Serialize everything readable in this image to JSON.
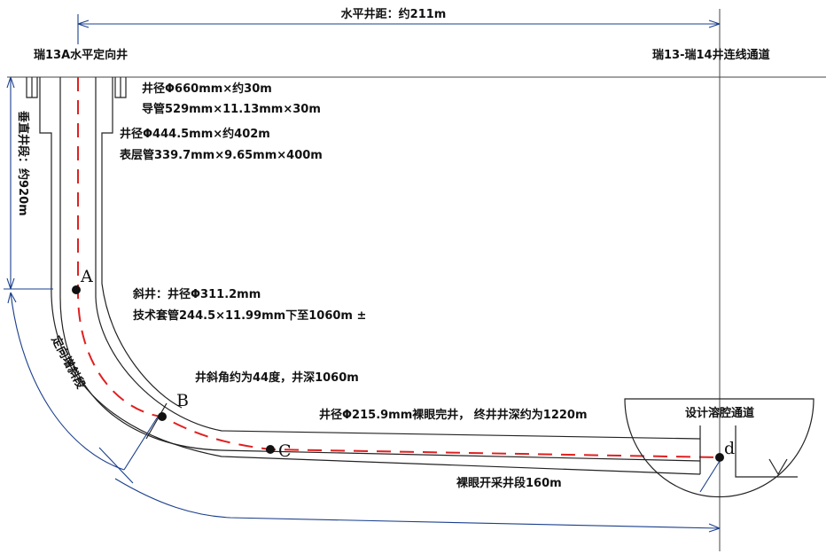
{
  "labels": {
    "horizontal_distance": "水平井距：约211m",
    "left_well": "瑞13A水平定向井",
    "right_channel": "瑞13-瑞14井连线通道",
    "spec_1": "井径Φ660mm×约30m",
    "spec_2": "导管529mm×11.13mm×30m",
    "spec_3": "井径Φ444.5mm×约402m",
    "spec_4": "表层管339.7mm×9.65mm×400m",
    "vertical_section": "垂直井段：约920m",
    "inclined_1": "斜井：井径Φ311.2mm",
    "inclined_2": "技术套管244.5×11.99mm下至1060m ±",
    "build_section": "定向增斜段",
    "angle_depth": "井斜角约为44度，井深1060m",
    "open_hole": "井径Φ215.9mm裸眼完井，  终井井深约为1220m",
    "design_cavity": "设计溶腔通道",
    "open_hole_section": "裸眼开采井段160m"
  },
  "points": {
    "a": "A",
    "b": "B",
    "c": "C",
    "d": "d"
  },
  "colors": {
    "well_path": "#e02020",
    "dimension_lines": "#1a3f8c",
    "walls": "#222222"
  }
}
